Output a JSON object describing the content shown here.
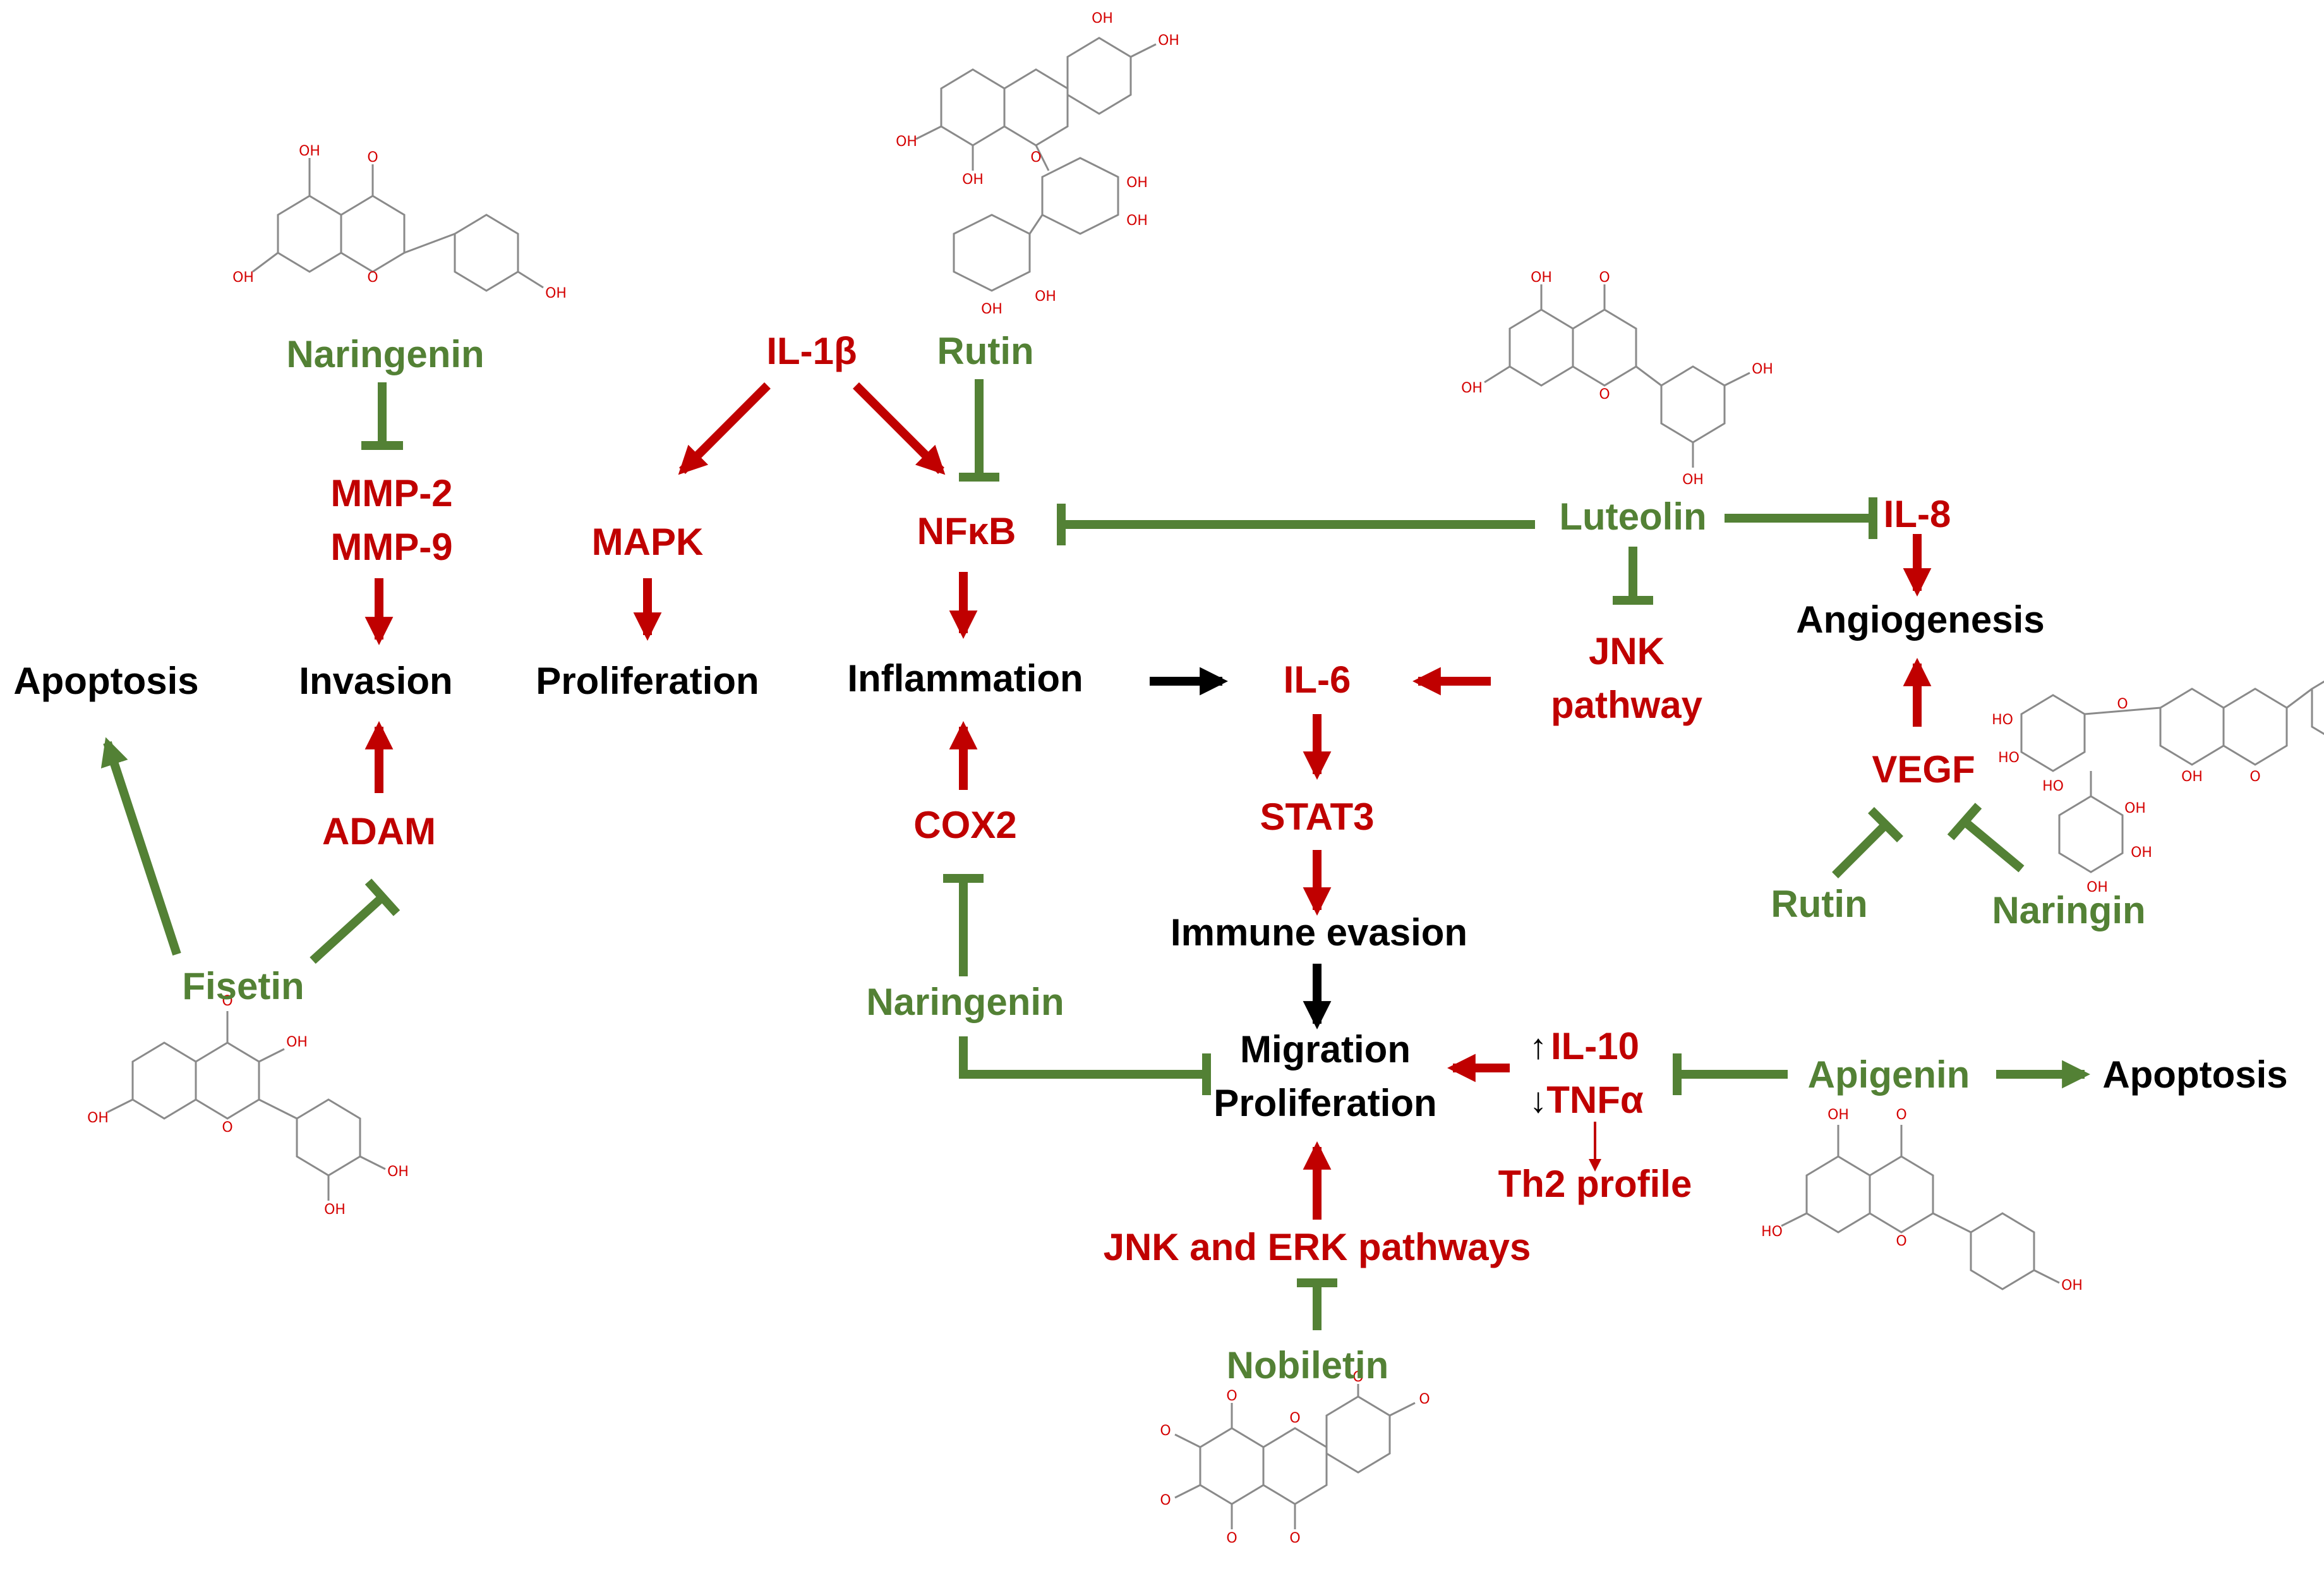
{
  "nodes": {
    "naringenin_top": "Naringenin",
    "mmp2": "MMP-2",
    "mmp9": "MMP-9",
    "invasion": "Invasion",
    "apoptosis_left": "Apoptosis",
    "adam": "ADAM",
    "fisetin": "Fisetin",
    "il1b": "IL-1β",
    "rutin_top": "Rutin",
    "mapk": "MAPK",
    "nfkb": "NFκB",
    "proliferation": "Proliferation",
    "inflammation": "Inflammation",
    "cox2": "COX2",
    "naringenin_mid": "Naringenin",
    "luteolin": "Luteolin",
    "il8": "IL-8",
    "angiogenesis": "Angiogenesis",
    "jnk_line1": "JNK",
    "jnk_line2": "pathway",
    "il6": "IL-6",
    "stat3": "STAT3",
    "immune_evasion": "Immune evasion",
    "migration": "Migration",
    "proliferation2": "Proliferation",
    "il10": "IL-10",
    "tnfa": "TNFα",
    "th2": "Th2 profile",
    "jnk_erk": "JNK and ERK pathways",
    "nobiletin": "Nobiletin",
    "apigenin": "Apigenin",
    "apoptosis_right": "Apoptosis",
    "vegf": "VEGF",
    "rutin_right": "Rutin",
    "naringin": "Naringin",
    "up_arrow": "↑",
    "down_arrow": "↓"
  },
  "colors": {
    "activation": "#c00000",
    "inhibitor": "#538135",
    "outcome": "#000000"
  },
  "icons": [
    "naringenin-structure-icon",
    "rutin-structure-icon",
    "luteolin-structure-icon",
    "fisetin-structure-icon",
    "naringin-structure-icon",
    "apigenin-structure-icon",
    "nobiletin-structure-icon"
  ]
}
